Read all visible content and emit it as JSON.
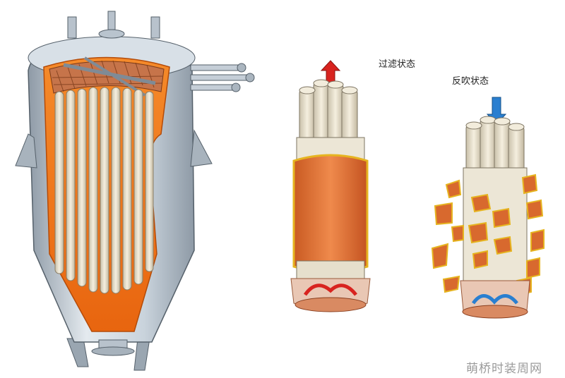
{
  "labels": {
    "filtering_state": "过滤状态",
    "backblow_state": "反吹状态"
  },
  "watermark": "萌桥时装周网",
  "colors": {
    "vessel_steel": "#c9d3dc",
    "vessel_shadow": "#8e9aa6",
    "cutaway_orange": "#f07a1e",
    "filter_cake": "#d8692e",
    "candle_tube": "#efe6d0",
    "flow_up_arrow": "#d8231f",
    "flow_down_arrow": "#2a7fd0"
  }
}
